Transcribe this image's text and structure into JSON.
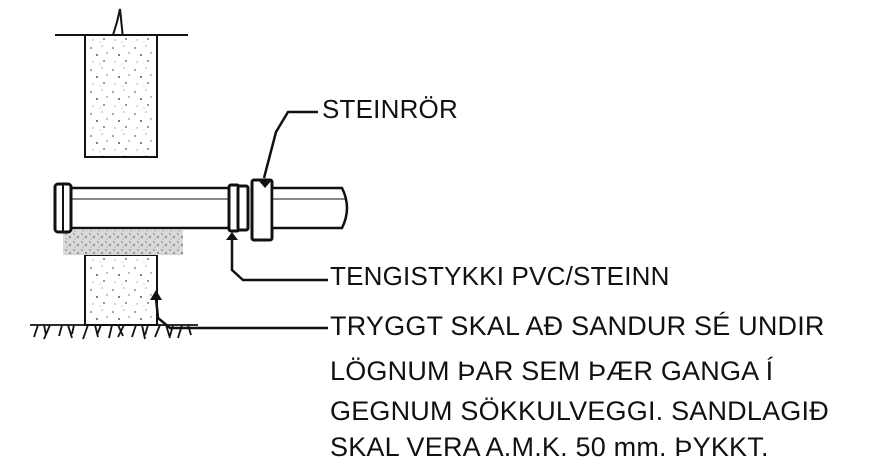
{
  "labels": {
    "pipe": "STEINRÖR",
    "coupling": "TENGISTYKKI PVC/STEINN"
  },
  "note": {
    "lines": [
      "TRYGGT SKAL AÐ SANDUR SÉ UNDIR",
      "LÖGNUM ÞAR SEM ÞÆR GANGA Í",
      "GEGNUM SÖKKULVEGGI. SANDLAGIÐ",
      "SKAL VERA A.M.K. 50 mm. ÞYKKT."
    ]
  },
  "colors": {
    "ink": "#111111",
    "concrete_speckle": "#555555",
    "sand": "#bdbdbd"
  }
}
